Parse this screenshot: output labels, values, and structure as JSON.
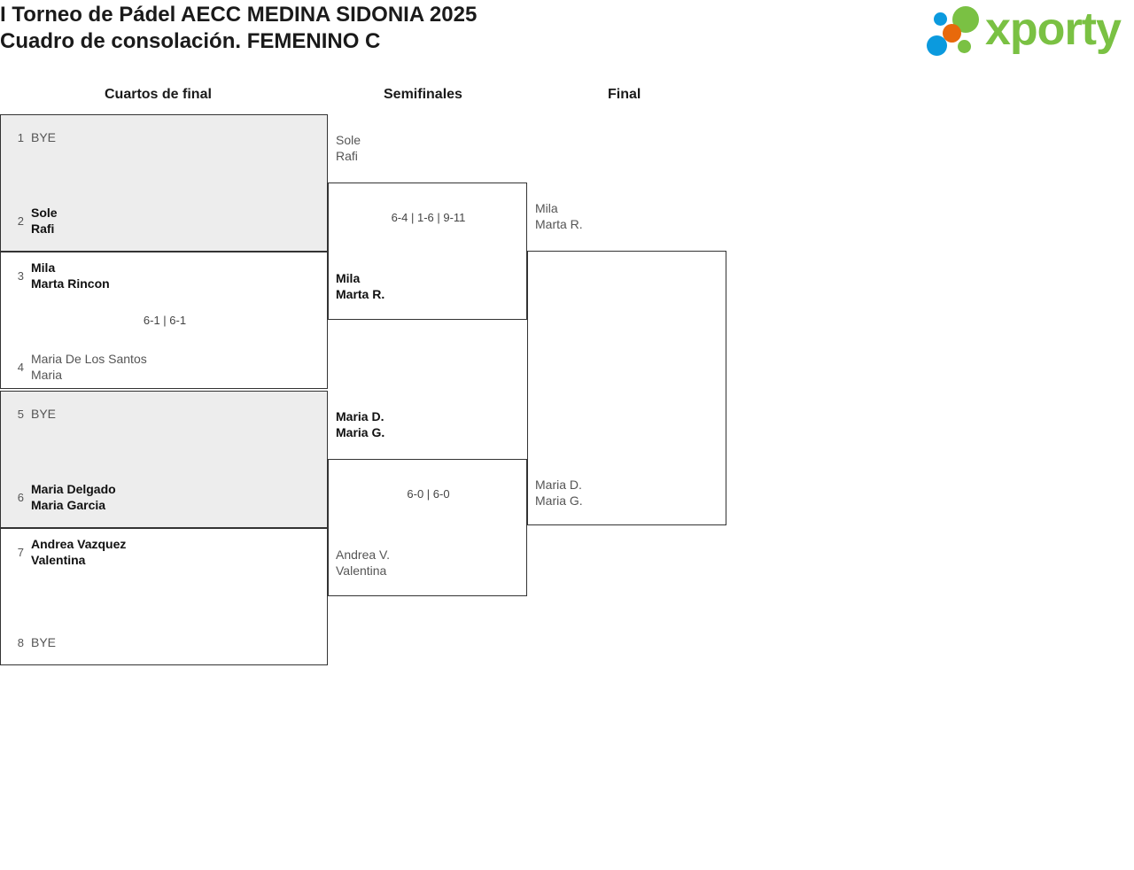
{
  "header": {
    "title_line1": "I Torneo de Pádel AECC MEDINA SIDONIA 2025",
    "title_line2": "Cuadro de consolación. FEMENINO C",
    "brand": "xporty"
  },
  "rounds": [
    {
      "label": "Cuartos de final"
    },
    {
      "label": "Semifinales"
    },
    {
      "label": "Final"
    }
  ],
  "bracket": {
    "quarterfinals": [
      {
        "shaded": true,
        "score": "",
        "top": {
          "seed": "1",
          "line1": "BYE",
          "line2": "",
          "winner": false,
          "bye": true
        },
        "bottom": {
          "seed": "2",
          "line1": "Sole",
          "line2": "Rafi",
          "winner": true,
          "bye": false
        }
      },
      {
        "shaded": false,
        "score": "6-1 | 6-1",
        "top": {
          "seed": "3",
          "line1": "Mila",
          "line2": "Marta Rincon",
          "winner": true,
          "bye": false
        },
        "bottom": {
          "seed": "4",
          "line1": "Maria De Los Santos",
          "line2": "Maria",
          "winner": false,
          "bye": false
        }
      },
      {
        "shaded": true,
        "score": "",
        "top": {
          "seed": "5",
          "line1": "BYE",
          "line2": "",
          "winner": false,
          "bye": true
        },
        "bottom": {
          "seed": "6",
          "line1": "Maria Delgado",
          "line2": "Maria Garcia",
          "winner": true,
          "bye": false
        }
      },
      {
        "shaded": false,
        "score": "",
        "top": {
          "seed": "7",
          "line1": "Andrea Vazquez",
          "line2": "Valentina",
          "winner": true,
          "bye": false
        },
        "bottom": {
          "seed": "8",
          "line1": "BYE",
          "line2": "",
          "winner": false,
          "bye": true
        }
      }
    ],
    "semifinals": [
      {
        "score": "6-4 | 1-6 | 9-11",
        "top": {
          "line1": "Sole",
          "line2": "Rafi",
          "winner": false
        },
        "bottom": {
          "line1": "Mila",
          "line2": "Marta R.",
          "winner": true
        }
      },
      {
        "score": "6-0 | 6-0",
        "top": {
          "line1": "Maria D.",
          "line2": "Maria G.",
          "winner": true
        },
        "bottom": {
          "line1": "Andrea V.",
          "line2": "Valentina",
          "winner": false
        }
      }
    ],
    "final": [
      {
        "score": "",
        "top": {
          "line1": "Mila",
          "line2": "Marta R.",
          "winner": false
        },
        "bottom": {
          "line1": "Maria D.",
          "line2": "Maria G.",
          "winner": false
        }
      }
    ]
  }
}
